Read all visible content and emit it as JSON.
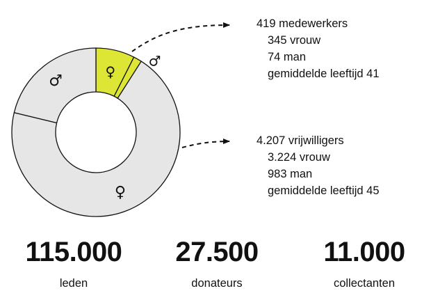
{
  "chart_data": {
    "type": "pie",
    "variant": "donut",
    "total": 4626,
    "slices": [
      {
        "key": "staff_female",
        "value": 345,
        "symbol": "♀",
        "color": "#dde634"
      },
      {
        "key": "staff_male",
        "value": 74,
        "symbol": "♂",
        "color": "#dde634"
      },
      {
        "key": "vol_female",
        "value": 3224,
        "symbol": "♀",
        "color": "#e6e6e6"
      },
      {
        "key": "vol_male",
        "value": 983,
        "symbol": "♂",
        "color": "#e6e6e6"
      }
    ]
  },
  "staff": {
    "headline": "419 medewerkers",
    "female": "345 vrouw",
    "male": "74 man",
    "avg_age": "gemiddelde leeftijd 41"
  },
  "volunteers": {
    "headline": "4.207 vrijwilligers",
    "female": "3.224 vrouw",
    "male": "983 man",
    "avg_age": "gemiddelde leeftijd 45"
  },
  "stats": [
    {
      "number": "115.000",
      "label": "leden"
    },
    {
      "number": "27.500",
      "label": "donateurs"
    },
    {
      "number": "11.000",
      "label": "collectanten"
    }
  ],
  "colors": {
    "accent": "#dde634",
    "neutral": "#e6e6e6",
    "stroke": "#111111"
  }
}
